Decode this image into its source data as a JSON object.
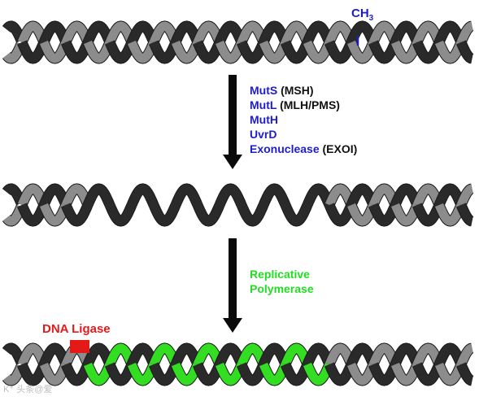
{
  "methyl": {
    "text": "CH",
    "sub": "3"
  },
  "step1": {
    "enzymes": [
      {
        "name": "MutS",
        "alias": " (MSH)"
      },
      {
        "name": "MutL",
        "alias": " (MLH/PMS)"
      },
      {
        "name": "MutH",
        "alias": ""
      },
      {
        "name": "UvrD",
        "alias": ""
      },
      {
        "name": "Exonuclease",
        "alias": " (EXOI)"
      }
    ]
  },
  "step2": {
    "line1": "Replicative",
    "line2": "Polymerase"
  },
  "ligase": {
    "label": "DNA Ligase"
  },
  "watermark": "K⁺ 头条@爱"
}
